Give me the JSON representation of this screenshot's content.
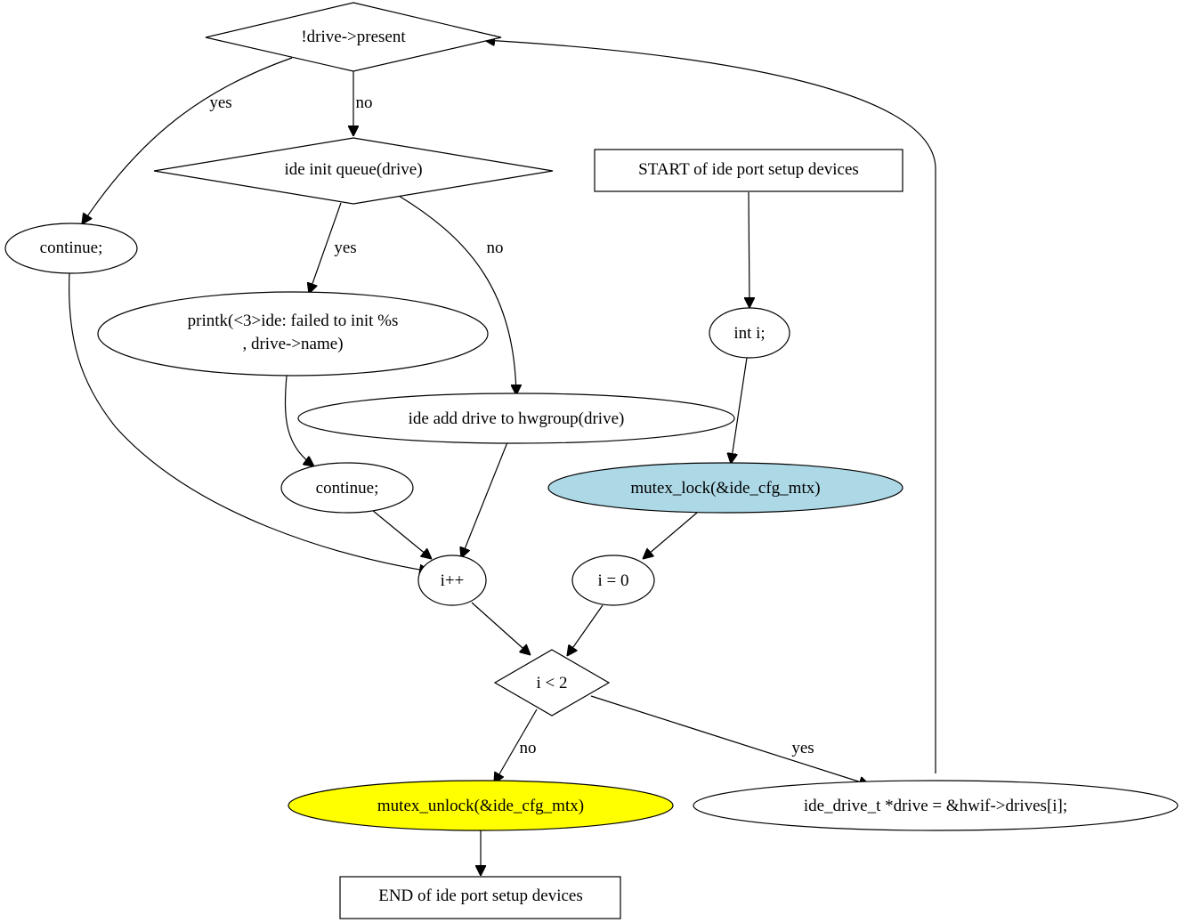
{
  "colors": {
    "background": "#ffffff",
    "stroke": "#000000",
    "mutex_lock_fill": "#add8e6",
    "mutex_unlock_fill": "#ffff00",
    "default_fill": "#ffffff"
  },
  "nodes": {
    "start": {
      "label": "START of ide  port  setup  devices"
    },
    "int_i": {
      "label": "int i;"
    },
    "mutex_lock": {
      "label": "mutex_lock(&ide_cfg_mtx)"
    },
    "i_eq_0": {
      "label": "i = 0"
    },
    "i_lt_2": {
      "label": "i < 2"
    },
    "drive_decl": {
      "label": "ide_drive_t *drive = &hwif->drives[i];"
    },
    "drive_present": {
      "label": "!drive->present"
    },
    "continue_1": {
      "label": "continue;"
    },
    "init_queue": {
      "label": "ide  init  queue(drive)"
    },
    "printk": {
      "label_line1": "printk(<3>ide: failed to init %s",
      "label_line2": ", drive->name)"
    },
    "add_drive": {
      "label": "ide  add  drive  to  hwgroup(drive)"
    },
    "continue_2": {
      "label": "continue;"
    },
    "i_inc": {
      "label": "i++"
    },
    "mutex_unlock": {
      "label": "mutex_unlock(&ide_cfg_mtx)"
    },
    "end": {
      "label": "END of ide  port  setup  devices"
    }
  },
  "edges": {
    "present_yes": "yes",
    "present_no": "no",
    "queue_yes": "yes",
    "queue_no": "no",
    "loop_no": "no",
    "loop_yes": "yes"
  }
}
